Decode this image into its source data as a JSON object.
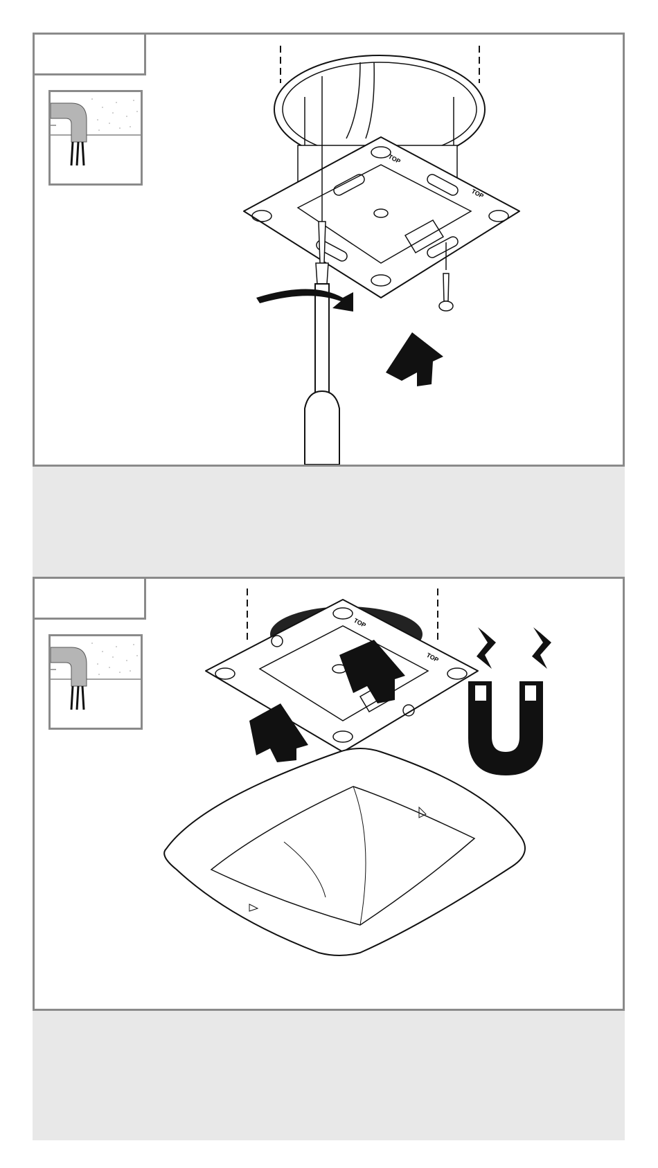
{
  "steps": [
    {
      "number": "",
      "illustration": "mount-plate-screw-to-box",
      "plate_labels": [
        "TOP",
        "TOP"
      ],
      "caption": ""
    },
    {
      "number": "",
      "illustration": "attach-sensor-magnetic",
      "plate_labels": [
        "TOP",
        "TOP"
      ],
      "caption": ""
    }
  ],
  "icons": [
    "cable-in-ceiling-icon",
    "screwdriver-icon",
    "rotate-arrow-icon",
    "push-up-arrow-icon",
    "magnet-icon",
    "sensor-housing-icon"
  ],
  "colors": {
    "frame": "#8a8a8a",
    "band": "#e8e8e8",
    "ink": "#111111"
  }
}
